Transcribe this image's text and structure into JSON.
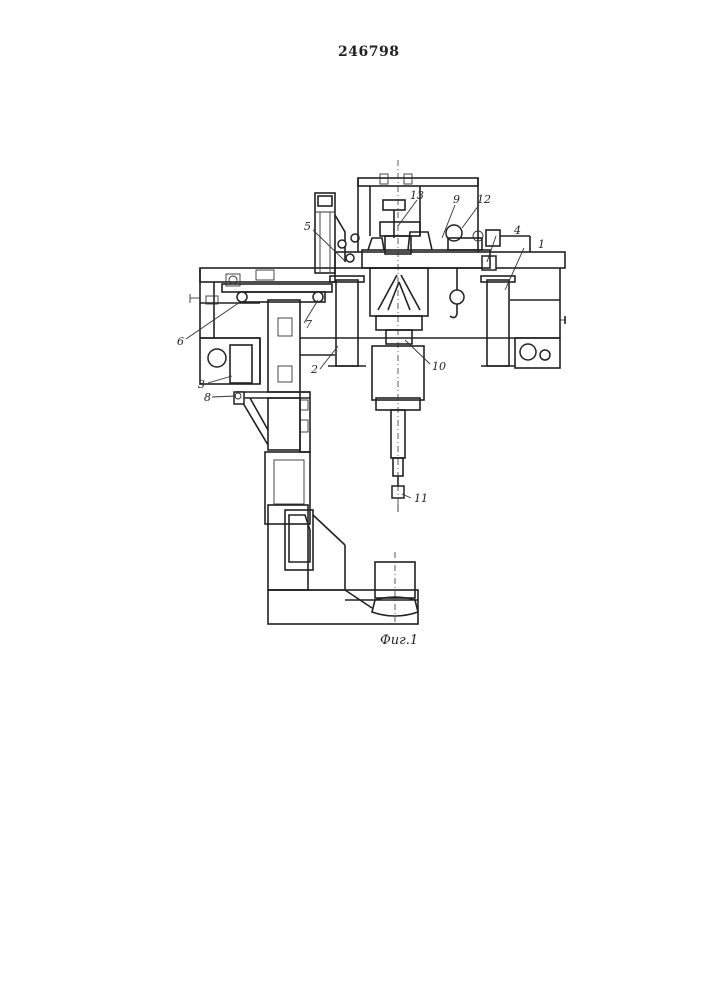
{
  "header": {
    "patent_number": "246798"
  },
  "figure": {
    "caption": "Фиг.1",
    "callouts": [
      {
        "id": "c1",
        "label": "1"
      },
      {
        "id": "c2",
        "label": "2"
      },
      {
        "id": "c3",
        "label": "3"
      },
      {
        "id": "c4",
        "label": "4"
      },
      {
        "id": "c5",
        "label": "5"
      },
      {
        "id": "c6",
        "label": "6"
      },
      {
        "id": "c7",
        "label": "7"
      },
      {
        "id": "c8",
        "label": "8"
      },
      {
        "id": "c9",
        "label": "9"
      },
      {
        "id": "c10",
        "label": "10"
      },
      {
        "id": "c11",
        "label": "11"
      },
      {
        "id": "c12",
        "label": "12"
      },
      {
        "id": "c13",
        "label": "13"
      }
    ]
  }
}
